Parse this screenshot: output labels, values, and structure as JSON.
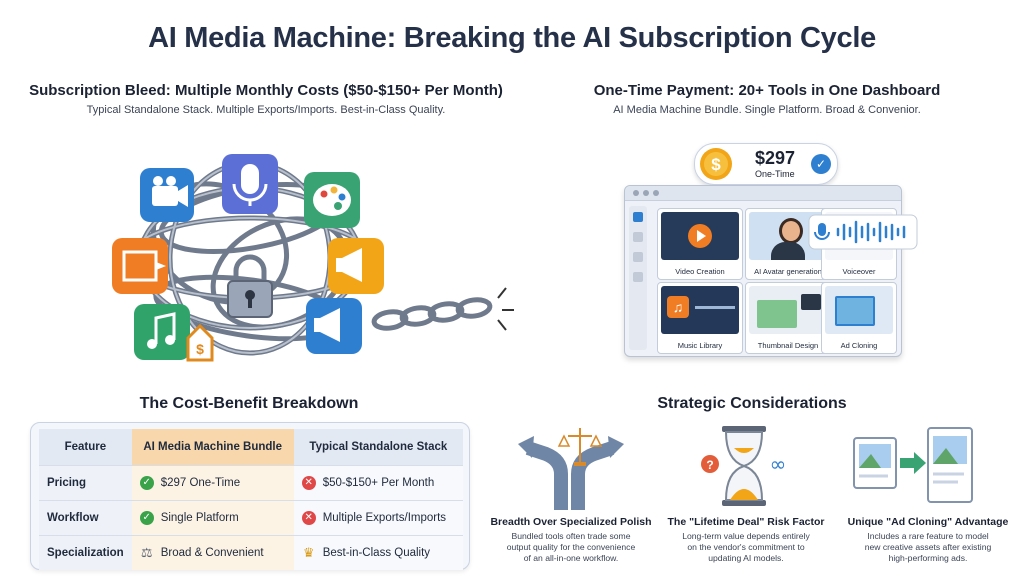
{
  "title": "AI Media Machine: Breaking the AI Subscription Cycle",
  "left_section": {
    "heading": "Subscription Bleed: Multiple Monthly Costs ($50-$150+ Per Month)",
    "subheading": "Typical Standalone Stack. Multiple Exports/Imports. Best-in-Class Quality.",
    "icons": [
      "video-camera-icon",
      "microphone-icon",
      "palette-icon",
      "image-edit-icon",
      "megaphone-icon",
      "music-note-icon",
      "dollar-tag-icon",
      "megaphone-icon",
      "padlock-icon"
    ]
  },
  "right_section": {
    "heading": "One-Time Payment: 20+ Tools in One Dashboard",
    "subheading": "AI Media Machine Bundle. Single Platform. Broad & Convenior.",
    "price": "$297",
    "price_note": "One-Time",
    "tiles": [
      {
        "label": "Video Creation",
        "icon": "play-icon"
      },
      {
        "label": "AI Avatar generation",
        "icon": "avatar-icon"
      },
      {
        "label": "Voiceover",
        "icon": "waveform-icon"
      },
      {
        "label": "Music Library",
        "icon": "music-note-icon"
      },
      {
        "label": "Thumbnail Design",
        "icon": "landscape-icon"
      },
      {
        "label": "Ad Cloning",
        "icon": "cursor-icon"
      }
    ]
  },
  "cost_benefit": {
    "heading": "The Cost-Benefit Breakdown",
    "columns": [
      "Feature",
      "AI Media Machine Bundle",
      "Typical Standalone Stack"
    ],
    "rows": [
      {
        "feature": "Pricing",
        "bundle": "$297 One-Time",
        "bundle_icon": "check-icon",
        "stack": "$50-$150+ Per Month",
        "stack_icon": "x-icon"
      },
      {
        "feature": "Workflow",
        "bundle": "Single Platform",
        "bundle_icon": "check-icon",
        "stack": "Multiple Exports/Imports",
        "stack_icon": "x-icon"
      },
      {
        "feature": "Specialization",
        "bundle": "Broad & Convenient",
        "bundle_icon": "scales-icon",
        "stack": "Best-in-Class Quality",
        "stack_icon": "trophy-icon"
      }
    ]
  },
  "strategic": {
    "heading": "Strategic Considerations",
    "items": [
      {
        "title": "Breadth Over Specialized Polish",
        "desc": [
          "Bundled tools often trade some",
          "output quality for the convenience",
          "of an all-in-one workflow."
        ],
        "icon": "crossroads-icon"
      },
      {
        "title": "The \"Lifetime Deal\" Risk Factor",
        "desc": [
          "Long-term value depends entirely",
          "on the vendor's commitment to",
          "updating AI models."
        ],
        "icon": "hourglass-icon"
      },
      {
        "title": "Unique \"Ad Cloning\" Advantage",
        "desc": [
          "Includes a rare feature to model",
          "new creative assets after existing",
          "high-performing ads."
        ],
        "icon": "clone-icon"
      }
    ]
  },
  "colors": {
    "title": "#253049",
    "bundle_header": "#f7d7ab",
    "check": "#3aa34a",
    "cross": "#e04848",
    "coin": "#f2a516"
  }
}
